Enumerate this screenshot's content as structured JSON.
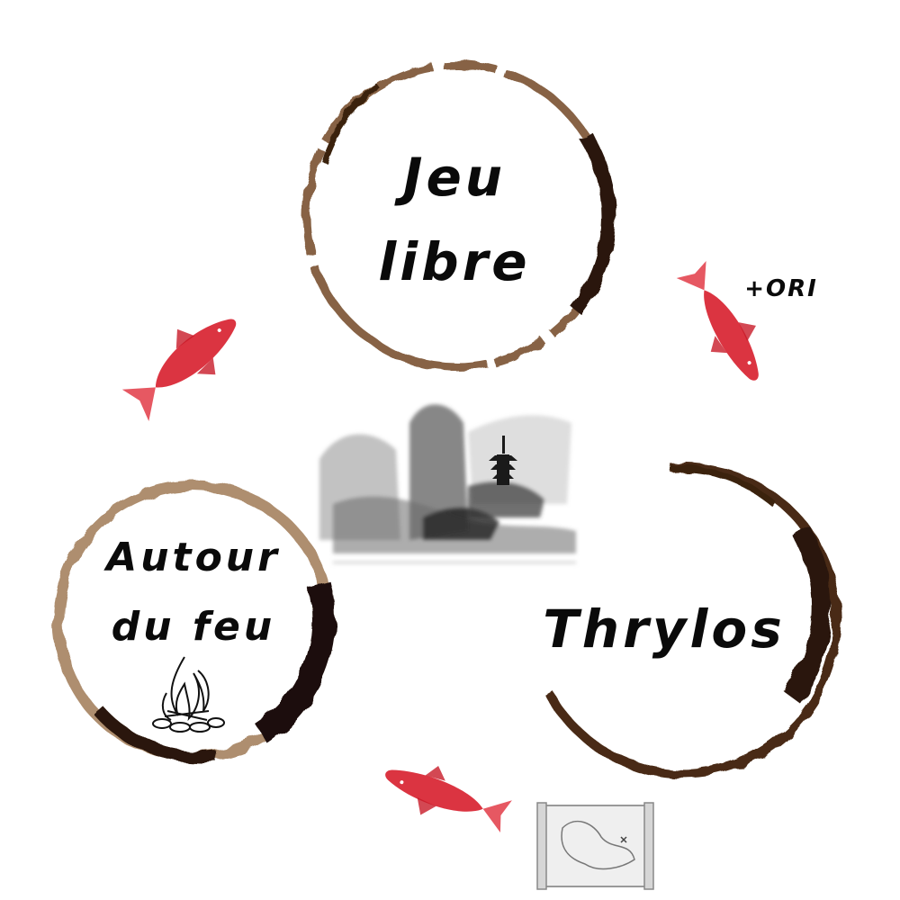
{
  "nodes": {
    "top": {
      "line1": "Jeu",
      "line2": "libre"
    },
    "left": {
      "line1": "Autour",
      "line2": "du feu"
    },
    "right": {
      "line1": "Thrylos"
    }
  },
  "annotation": {
    "text": "+ORI"
  },
  "colors": {
    "ink": "#0a0a0a",
    "coffee_ring": "#5a3a22",
    "coffee_ring_dark": "#2b1709",
    "koi": "#d71e2c"
  },
  "icons": {
    "koi_fish": "koi-fish-icon",
    "landscape": "ink-landscape-icon",
    "campfire": "campfire-icon",
    "map": "scroll-map-icon"
  }
}
